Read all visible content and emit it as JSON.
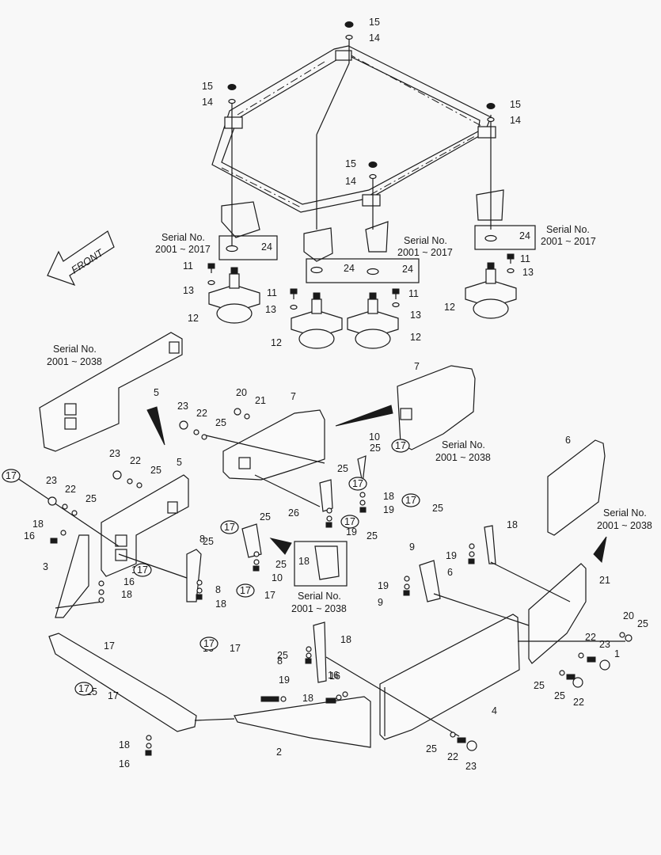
{
  "front_label": "FRONT",
  "serial_notes": [
    {
      "line1": "Serial No.",
      "line2": "2001 ~ 2017"
    },
    {
      "line1": "Serial No.",
      "line2": "2001 ~ 2017"
    },
    {
      "line1": "Serial No.",
      "line2": "2001 ~ 2017"
    },
    {
      "line1": "Serial No.",
      "line2": "2001 ~ 2038"
    },
    {
      "line1": "Serial No.",
      "line2": "2001 ~ 2038"
    },
    {
      "line1": "Serial No.",
      "line2": "2001 ~ 2038"
    },
    {
      "line1": "Serial No.",
      "line2": "2001 ~ 2038"
    }
  ],
  "labels": [
    "15",
    "14",
    "15",
    "14",
    "15",
    "14",
    "15",
    "14",
    "24",
    "24",
    "24",
    "24",
    "11",
    "13",
    "12",
    "11",
    "13",
    "12",
    "11",
    "13",
    "12",
    "11",
    "13",
    "12",
    "5",
    "7",
    "7",
    "20",
    "21",
    "23",
    "22",
    "25",
    "10",
    "25",
    "23",
    "22",
    "25",
    "5",
    "17",
    "25",
    "23",
    "22",
    "25",
    "26",
    "25",
    "18",
    "19",
    "17",
    "19",
    "25",
    "17",
    "25",
    "6",
    "18",
    "16",
    "3",
    "8",
    "25",
    "17",
    "16",
    "18",
    "8",
    "18",
    "19",
    "17",
    "25",
    "10",
    "18",
    "19",
    "9",
    "9",
    "18",
    "19",
    "6",
    "21",
    "20",
    "25",
    "22",
    "23",
    "1",
    "17",
    "25",
    "17",
    "16",
    "25",
    "19",
    "8",
    "18",
    "16",
    "18",
    "16",
    "4",
    "25",
    "22",
    "23",
    "18",
    "16",
    "2",
    "17",
    "25",
    "25",
    "22",
    "23"
  ],
  "circled": [
    "17",
    "17",
    "17",
    "17",
    "17",
    "17",
    "17",
    "17",
    "17",
    "17"
  ]
}
